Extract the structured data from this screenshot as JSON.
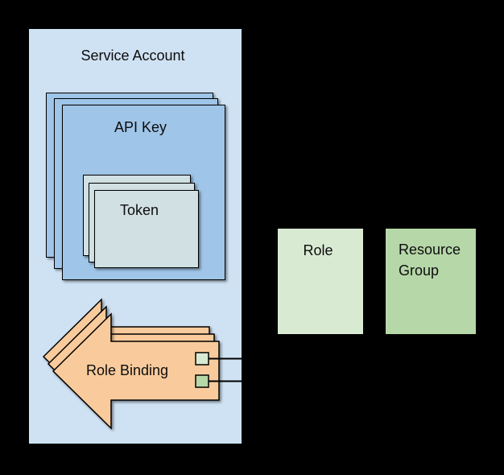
{
  "diagram": {
    "background": "#000000",
    "stroke": "#000000",
    "service_account": {
      "label": "Service Account",
      "fill": "#cfe2f3"
    },
    "api_key": {
      "label": "API Key",
      "fill": "#9fc5e8",
      "copies": 3
    },
    "token": {
      "label": "Token",
      "fill": "#d0e0e3",
      "copies": 3
    },
    "role_binding": {
      "label": "Role Binding",
      "fill": "#f9cb9c",
      "copies": 3
    },
    "role": {
      "label": "Role",
      "fill": "#d9ead3"
    },
    "resource_group": {
      "label": "Resource Group",
      "fill": "#b6d7a8"
    },
    "connectors": {
      "role_port_fill": "#d9ead3",
      "resource_group_port_fill": "#b6d7a8",
      "line_color": "#000000"
    }
  }
}
